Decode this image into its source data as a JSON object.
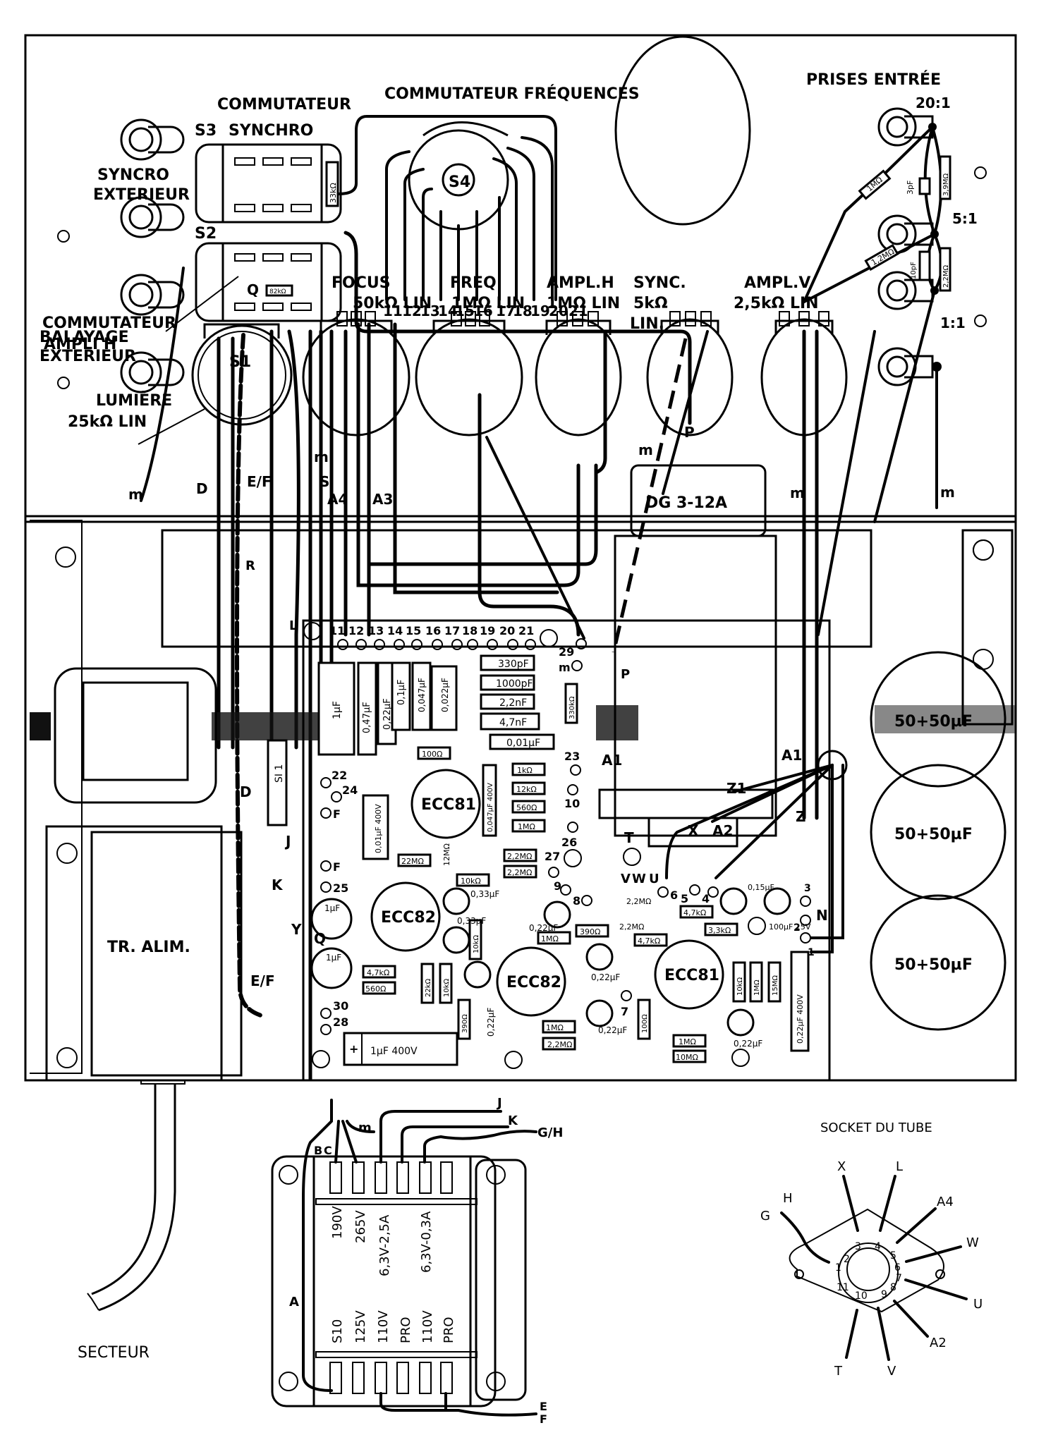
{
  "diagram_type": "wiring-layout",
  "front_panel": {
    "switch_s3": {
      "ref": "S3",
      "title_line1": "COMMUTATEUR",
      "title_line2": "SYNCHRO",
      "resistor": "33kΩ"
    },
    "switch_s2": {
      "ref": "S2",
      "title_line1": "COMMUTATEUR",
      "title_line2": "AMPLI H"
    },
    "freq_switch": {
      "title": "COMMUTATEUR FRÉQUENCES",
      "ref": "S4",
      "terminals": [
        "11",
        "12",
        "13",
        "14",
        "15",
        "16",
        "17",
        "18",
        "19",
        "20",
        "21"
      ]
    },
    "jack_labels": {
      "sync_ext_line1": "SYNCRO",
      "sync_ext_line2": "EXTERIEUR",
      "sweep_ext_line1": "BALAYAGE",
      "sweep_ext_line2": "EXTERIEUR"
    },
    "inputs": {
      "title": "PRISES ENTRÉE",
      "ratios": [
        "20:1",
        "5:1",
        "1:1"
      ],
      "components": [
        "1MΩ",
        "3pF",
        "3,9MΩ",
        "1,2MΩ",
        "10pF",
        "2,2MΩ"
      ]
    },
    "potentiometers": [
      {
        "ref": "S1",
        "name": "LUMIÈRE",
        "value": "25kΩ LIN"
      },
      {
        "name": "FOCUS",
        "value": "50kΩ LIN"
      },
      {
        "name": "FREQ.",
        "value": "1MΩ LIN"
      },
      {
        "name": "AMPL.H",
        "value": "1MΩ LIN"
      },
      {
        "name": "SYNC.",
        "value": "5kΩ",
        "value2": "LIN."
      },
      {
        "name": "AMPL.V",
        "value": "2,5kΩ LIN"
      }
    ],
    "small_resistor": "82kΩ",
    "wire_labels": [
      "Q",
      "m",
      "D",
      "E/F",
      "S",
      "A4",
      "A3",
      "m",
      "P",
      "m",
      "m",
      "R",
      "L"
    ]
  },
  "chassis": {
    "crt": "DG 3-12A",
    "capacitors_filter": [
      "50+50µF",
      "50+50µF",
      "50+50µF"
    ],
    "transformer_label": "TR. ALIM.",
    "fuse": "SI 1",
    "side_labels": [
      "D",
      "J",
      "K",
      "Y",
      "E/F",
      "Q"
    ],
    "crt_labels": [
      "A1",
      "A1",
      "Z1",
      "Z",
      "X",
      "A2",
      "T",
      "V",
      "W",
      "U",
      "N",
      "P",
      "m"
    ]
  },
  "pcb": {
    "top_terminals": [
      "11",
      "12",
      "13",
      "14",
      "15",
      "16",
      "17",
      "18",
      "19",
      "20",
      "21"
    ],
    "side_terminals_left": [
      "22",
      "24",
      "F",
      "F",
      "25",
      "30",
      "28"
    ],
    "side_terminals_right": [
      "29",
      "m",
      "23",
      "10",
      "26",
      "27",
      "9",
      "8",
      "7"
    ],
    "crt_terminals": [
      "6",
      "5",
      "4",
      "3",
      "2",
      "1"
    ],
    "tubes": [
      "ECC81",
      "ECC82",
      "ECC82",
      "ECC81"
    ],
    "timing_caps_vertical": [
      "1µF",
      "0,47µF",
      "0,22µF",
      "0,1µF",
      "0,047µF",
      "0,022µF"
    ],
    "timing_caps_horizontal": [
      "330pF",
      "1000pF",
      "2,2nF",
      "4,7nF",
      "0,01µF"
    ],
    "resistors": [
      "100Ω",
      "330kΩ",
      "1kΩ",
      "12kΩ",
      "560Ω",
      "1MΩ",
      "22MΩ",
      "12MΩ",
      "10kΩ",
      "2,2MΩ",
      "2,2MΩ",
      "2,2MΩ",
      "2,2MΩ",
      "4,7kΩ",
      "560Ω",
      "22kΩ",
      "10kΩ",
      "10kΩ",
      "390Ω",
      "1MΩ",
      "390Ω",
      "1MΩ",
      "2,2MΩ",
      "4,7kΩ",
      "4,7kΩ",
      "3,3kΩ",
      "100Ω",
      "10kΩ",
      "1MΩ",
      "15MΩ",
      "1MΩ",
      "10MΩ"
    ],
    "capacitors": [
      "0,01µF 400V",
      "0,047µF 400V",
      "1µF",
      "1µF",
      "0,33µF",
      "0,33µF",
      "0,22µF",
      "0,22µF",
      "0,22µF",
      "0,22µF",
      "0,22µF",
      "0,15µF",
      "100µF 15V",
      "0,22µF 400V",
      "1µF 400V"
    ],
    "plus_sign": "+"
  },
  "power_transformer": {
    "top_taps": [
      "190V",
      "265V",
      "6,3V-2,5A",
      "6,3V-0,3A"
    ],
    "bottom_taps": [
      "S10",
      "125V",
      "110V",
      "PRO",
      "110V",
      "PRO"
    ],
    "wire_labels": [
      "B",
      "C",
      "m",
      "J",
      "K",
      "G/H",
      "A",
      "E",
      "F"
    ]
  },
  "mains": {
    "label": "SECTEUR"
  },
  "tube_socket": {
    "title": "SOCKET DU TUBE",
    "pins": [
      "1",
      "2",
      "3",
      "4",
      "5",
      "6",
      "7",
      "8",
      "9",
      "10",
      "11"
    ],
    "leads": [
      "G",
      "H",
      "X",
      "L",
      "A4",
      "W",
      "U",
      "A2",
      "V",
      "T"
    ]
  }
}
